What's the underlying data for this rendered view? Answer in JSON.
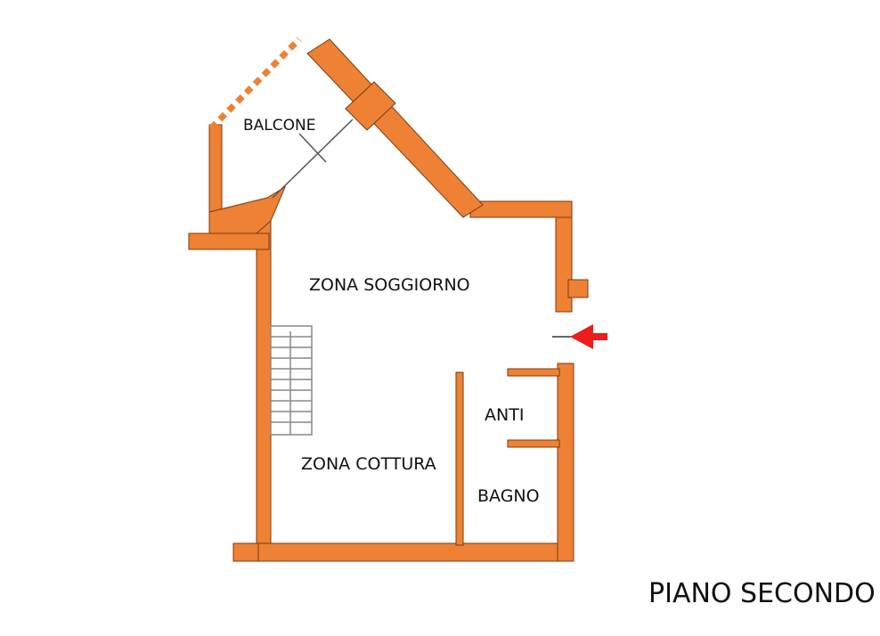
{
  "rooms": {
    "balcone": "BALCONE",
    "soggiorno": "ZONA SOGGIORNO",
    "anti": "ANTI",
    "cottura": "ZONA COTTURA",
    "bagno": "BAGNO"
  },
  "floor_title": "PIANO SECONDO",
  "icons": {
    "entrance": "entrance-arrow-icon",
    "stairs": "staircase-icon"
  },
  "colors": {
    "wall": "#EE8133",
    "wall_outline": "#7a3a10",
    "arrow": "#EE1C1C",
    "text": "#111111"
  }
}
